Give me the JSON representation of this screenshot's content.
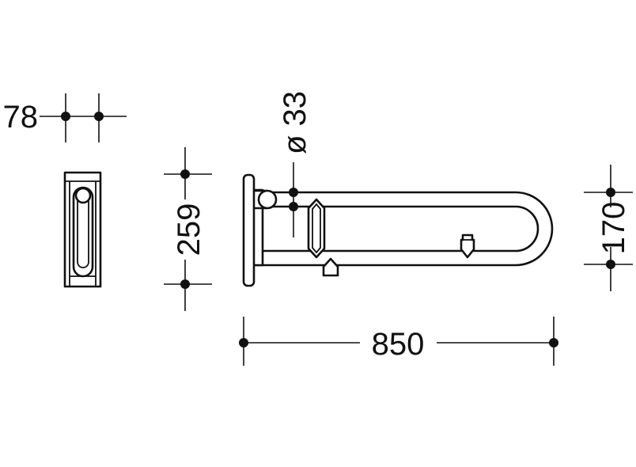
{
  "dimensions": {
    "depth": "78",
    "height": "259",
    "diameter": "ø 33",
    "length": "850",
    "tube_spacing": "170"
  },
  "colors": {
    "line": "#111111",
    "background": "#ffffff"
  }
}
